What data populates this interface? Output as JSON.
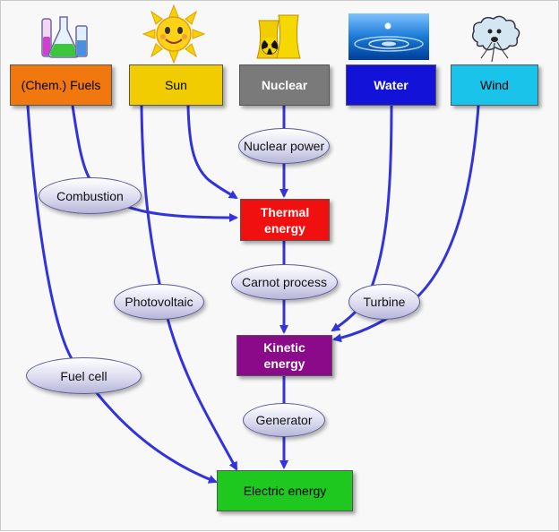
{
  "sources": {
    "fuels": "(Chem.) Fuels",
    "sun": "Sun",
    "nuclear": "Nuclear",
    "water": "Water",
    "wind": "Wind"
  },
  "nodes": {
    "thermal": "Thermal energy",
    "kinetic": "Kinetic energy",
    "electric": "Electric energy"
  },
  "processes": {
    "nuclear_power": "Nuclear power",
    "combustion": "Combustion",
    "carnot": "Carnot process",
    "photovoltaic": "Photovoltaic",
    "turbine": "Turbine",
    "fuel_cell": "Fuel cell",
    "generator": "Generator"
  },
  "colors": {
    "fuels": "#f0780f",
    "sun": "#f0cc00",
    "nuclear": "#7a7a7a",
    "water": "#1212d8",
    "wind": "#19c3ea",
    "thermal": "#f01010",
    "kinetic": "#8a0a8a",
    "electric": "#1ec81e",
    "arrow": "#3333dd"
  },
  "icons": [
    "beakers-icon",
    "smiling-sun-icon",
    "nuclear-plant-icon",
    "water-drop-icon",
    "wind-cloud-icon"
  ]
}
